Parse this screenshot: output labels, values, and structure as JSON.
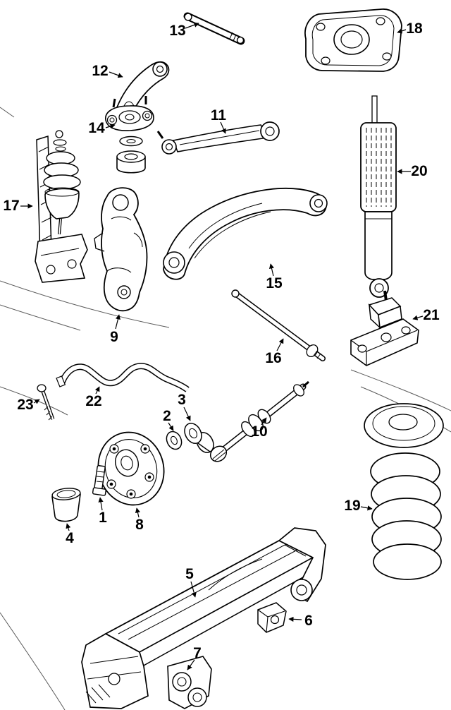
{
  "diagram": {
    "background_color": "#ffffff",
    "line_color": "#000000",
    "callouts": [
      {
        "label": "1"
      },
      {
        "label": "2"
      },
      {
        "label": "3"
      },
      {
        "label": "4"
      },
      {
        "label": "5"
      },
      {
        "label": "6"
      },
      {
        "label": "7"
      },
      {
        "label": "8"
      },
      {
        "label": "9"
      },
      {
        "label": "10"
      },
      {
        "label": "11"
      },
      {
        "label": "12"
      },
      {
        "label": "13"
      },
      {
        "label": "14"
      },
      {
        "label": "15"
      },
      {
        "label": "16"
      },
      {
        "label": "17"
      },
      {
        "label": "18"
      },
      {
        "label": "19"
      },
      {
        "label": "20"
      },
      {
        "label": "21"
      },
      {
        "label": "22"
      },
      {
        "label": "23"
      }
    ]
  }
}
